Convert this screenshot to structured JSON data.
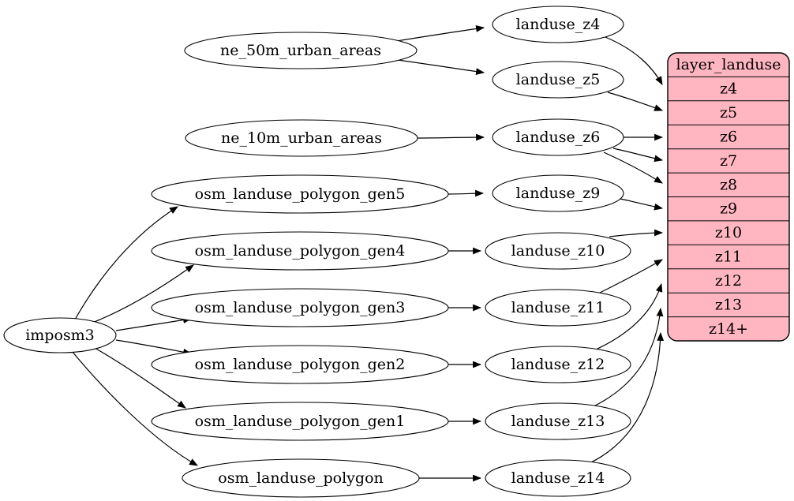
{
  "colors": {
    "table_fill": "#ffb6c1",
    "node_fill": "#ffffff",
    "stroke": "#000000"
  },
  "nodes": [
    {
      "id": "imposm3",
      "label": "imposm3"
    },
    {
      "id": "ne_50m_urban_areas",
      "label": "ne_50m_urban_areas"
    },
    {
      "id": "ne_10m_urban_areas",
      "label": "ne_10m_urban_areas"
    },
    {
      "id": "osm_landuse_polygon_gen5",
      "label": "osm_landuse_polygon_gen5"
    },
    {
      "id": "osm_landuse_polygon_gen4",
      "label": "osm_landuse_polygon_gen4"
    },
    {
      "id": "osm_landuse_polygon_gen3",
      "label": "osm_landuse_polygon_gen3"
    },
    {
      "id": "osm_landuse_polygon_gen2",
      "label": "osm_landuse_polygon_gen2"
    },
    {
      "id": "osm_landuse_polygon_gen1",
      "label": "osm_landuse_polygon_gen1"
    },
    {
      "id": "osm_landuse_polygon",
      "label": "osm_landuse_polygon"
    },
    {
      "id": "landuse_z4",
      "label": "landuse_z4"
    },
    {
      "id": "landuse_z5",
      "label": "landuse_z5"
    },
    {
      "id": "landuse_z6",
      "label": "landuse_z6"
    },
    {
      "id": "landuse_z9",
      "label": "landuse_z9"
    },
    {
      "id": "landuse_z10",
      "label": "landuse_z10"
    },
    {
      "id": "landuse_z11",
      "label": "landuse_z11"
    },
    {
      "id": "landuse_z12",
      "label": "landuse_z12"
    },
    {
      "id": "landuse_z13",
      "label": "landuse_z13"
    },
    {
      "id": "landuse_z14",
      "label": "landuse_z14"
    }
  ],
  "table": {
    "title": "layer_landuse",
    "rows": [
      "z4",
      "z5",
      "z6",
      "z7",
      "z8",
      "z9",
      "z10",
      "z11",
      "z12",
      "z13",
      "z14+"
    ]
  },
  "edges": [
    {
      "from": "ne_50m_urban_areas",
      "to": "landuse_z4"
    },
    {
      "from": "ne_50m_urban_areas",
      "to": "landuse_z5"
    },
    {
      "from": "ne_10m_urban_areas",
      "to": "landuse_z6"
    },
    {
      "from": "imposm3",
      "to": "osm_landuse_polygon_gen5"
    },
    {
      "from": "imposm3",
      "to": "osm_landuse_polygon_gen4"
    },
    {
      "from": "imposm3",
      "to": "osm_landuse_polygon_gen3"
    },
    {
      "from": "imposm3",
      "to": "osm_landuse_polygon_gen2"
    },
    {
      "from": "imposm3",
      "to": "osm_landuse_polygon_gen1"
    },
    {
      "from": "imposm3",
      "to": "osm_landuse_polygon"
    },
    {
      "from": "osm_landuse_polygon_gen5",
      "to": "landuse_z9"
    },
    {
      "from": "osm_landuse_polygon_gen4",
      "to": "landuse_z10"
    },
    {
      "from": "osm_landuse_polygon_gen3",
      "to": "landuse_z11"
    },
    {
      "from": "osm_landuse_polygon_gen2",
      "to": "landuse_z12"
    },
    {
      "from": "osm_landuse_polygon_gen1",
      "to": "landuse_z13"
    },
    {
      "from": "osm_landuse_polygon",
      "to": "landuse_z14"
    },
    {
      "from": "landuse_z4",
      "to": "layer_landuse.z4"
    },
    {
      "from": "landuse_z5",
      "to": "layer_landuse.z5"
    },
    {
      "from": "landuse_z6",
      "to": "layer_landuse.z6"
    },
    {
      "from": "landuse_z6",
      "to": "layer_landuse.z7"
    },
    {
      "from": "landuse_z6",
      "to": "layer_landuse.z8"
    },
    {
      "from": "landuse_z9",
      "to": "layer_landuse.z9"
    },
    {
      "from": "landuse_z10",
      "to": "layer_landuse.z10"
    },
    {
      "from": "landuse_z11",
      "to": "layer_landuse.z11"
    },
    {
      "from": "landuse_z12",
      "to": "layer_landuse.z12"
    },
    {
      "from": "landuse_z13",
      "to": "layer_landuse.z13"
    },
    {
      "from": "landuse_z14",
      "to": "layer_landuse.z14+"
    }
  ]
}
